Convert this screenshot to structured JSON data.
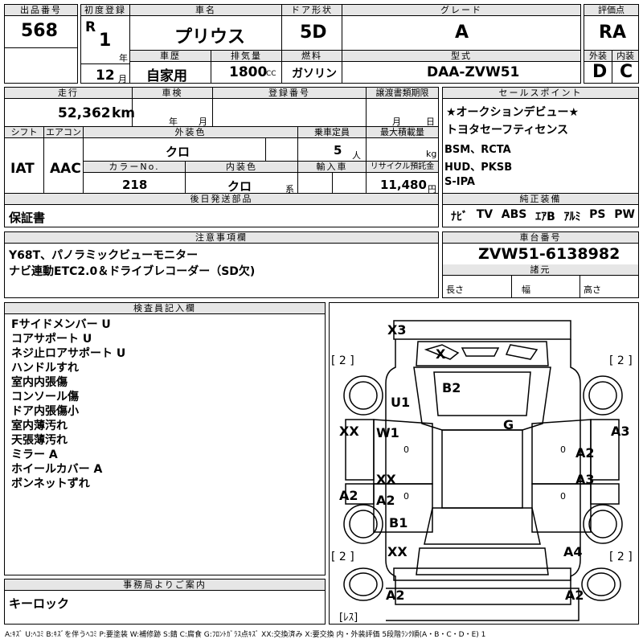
{
  "header": {
    "lot_label": "出品番号",
    "lot_no": "568",
    "first_reg_label": "初度登録",
    "era": "R",
    "year": "1",
    "year_unit": "年",
    "month": "12",
    "month_unit": "月",
    "car_name_label": "車名",
    "car_name": "プリウス",
    "door_label": "ドア形状",
    "door": "5D",
    "grade_label": "グレード",
    "grade": "A",
    "score_label": "評価点",
    "score": "RA",
    "history_label": "車歴",
    "history": "自家用",
    "disp_label": "排気量",
    "disp": "1800",
    "disp_unit": "CC",
    "fuel_label": "燃料",
    "fuel": "ガソリン",
    "model_label": "型式",
    "model": "DAA-ZVW51",
    "ext_label": "外装",
    "ext": "D",
    "int_label": "内装",
    "int": "C"
  },
  "row2": {
    "mileage_label": "走行",
    "mileage": "52,362",
    "mileage_unit": "km",
    "inspection_label": "車検",
    "insp_year": "年",
    "insp_month": "月",
    "regno_label": "登録番号",
    "transfer_label": "譲渡書類期限",
    "tr_month": "月",
    "tr_day": "日",
    "shift_label": "シフト",
    "shift": "IAT",
    "ac_label": "エアコン",
    "ac": "AAC",
    "color_label": "外装色",
    "color": "クロ",
    "capacity_label": "乗車定員",
    "capacity": "5",
    "capacity_unit": "人",
    "maxload_label": "最大積載量",
    "maxload_unit": "kg",
    "colorno_label": "カラーNo.",
    "colorno": "218",
    "intcolor_label": "内装色",
    "intcolor": "クロ",
    "intcolor_unit": "系",
    "import_label": "輸入車",
    "recycle_label": "リサイクル預託金",
    "recycle": "11,480",
    "recycle_unit": "円",
    "delivery_label": "後日発送部品",
    "delivery": "保証書"
  },
  "sales": {
    "label": "セールスポイント",
    "lines": [
      "★オークションデビュー★",
      "トヨタセーフティセンス",
      "BSM、RCTA",
      "HUD、PKSB",
      "S-IPA"
    ]
  },
  "equipment": {
    "label": "純正装備",
    "items": [
      "ﾅﾋﾞ",
      "TV",
      "ABS",
      "ｴｱB",
      "ｱﾙﾐ",
      "PS",
      "PW"
    ]
  },
  "notes": {
    "label": "注意事項欄",
    "lines": [
      "Y68T、パノラミックビューモニター",
      "ナビ連動ETC2.0＆ドライブレコーダー（SD欠)"
    ]
  },
  "chassis": {
    "label": "車台番号",
    "value": "ZVW51-6138982",
    "spec_label": "諸元",
    "length": "長さ",
    "width": "幅",
    "height": "高さ"
  },
  "inspector": {
    "label": "検査員記入欄",
    "lines": [
      "Fサイドメンバー U",
      "コアサポート U",
      "ネジ止ロアサポート U",
      "ハンドルすれ",
      "室内内張傷",
      "コンソール傷",
      "ドア内張傷小",
      "室内薄汚れ",
      "天張薄汚れ",
      "ミラー A",
      "ホイールカバー A",
      "ボンネットずれ"
    ]
  },
  "diagram": {
    "marks": [
      "X3",
      "X",
      "B2",
      "U1",
      "G",
      "XX",
      "W1",
      "A3",
      "A2",
      "XX",
      "A3",
      "A2",
      "A2",
      "B1",
      "XX",
      "A4",
      "A2",
      "A2"
    ],
    "tire_marks": [
      "[ 2 ]",
      "[ 2 ]",
      "[ 2 ]",
      "[ 2 ]",
      "[ﾚｽ]"
    ],
    "zeros": [
      "0",
      "0",
      "0",
      "0"
    ]
  },
  "office": {
    "label": "事務局よりご案内",
    "text": "キーロック"
  },
  "legend": "A:ｷｽﾞ U:ﾍｺﾐ B:ｷｽﾞを伴うﾍｺﾐ P:要塗装 W:補修跡 S:錆 C:腐食 G:ﾌﾛﾝﾄｶﾞﾗｽ点ｷｽﾞ XX:交換済み X:要交換 内・外装評価 5段階ﾗﾝｸ順(A・B・C・D・E) 1"
}
